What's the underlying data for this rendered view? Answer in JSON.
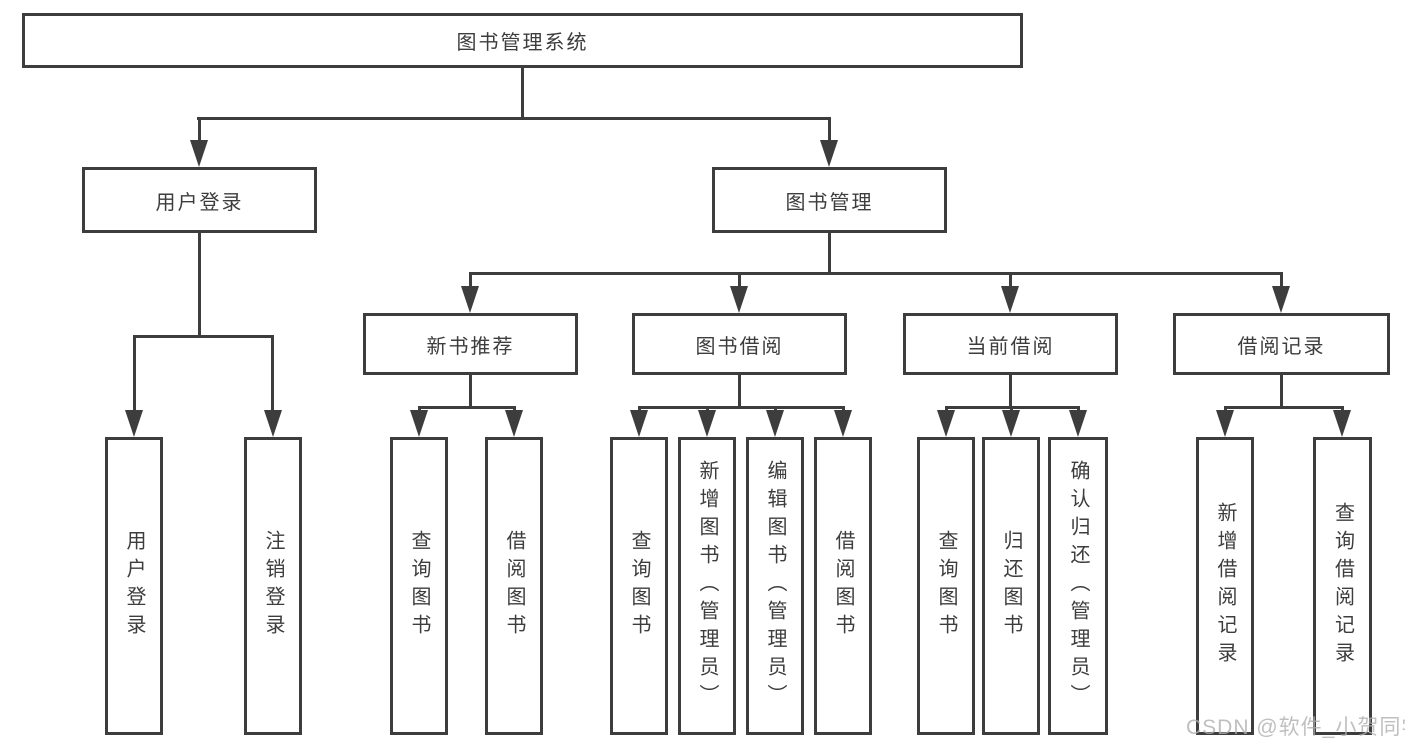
{
  "colors": {
    "ink": "#3d3d3d",
    "watermark": "#b0b0b0",
    "background": "#ffffff"
  },
  "watermark": {
    "text": "CSDN @软件_小贺同学"
  },
  "tree": {
    "root": {
      "label": "图书管理系统"
    },
    "children": [
      {
        "label": "用户登录",
        "children": [
          {
            "label": "用户登录"
          },
          {
            "label": "注销登录"
          }
        ]
      },
      {
        "label": "图书管理",
        "children": [
          {
            "label": "新书推荐",
            "children": [
              {
                "label": "查询图书"
              },
              {
                "label": "借阅图书"
              }
            ]
          },
          {
            "label": "图书借阅",
            "children": [
              {
                "label": "查询图书"
              },
              {
                "label": "新增图书（管理员）"
              },
              {
                "label": "编辑图书（管理员）"
              },
              {
                "label": "借阅图书"
              }
            ]
          },
          {
            "label": "当前借阅",
            "children": [
              {
                "label": "查询图书"
              },
              {
                "label": "归还图书"
              },
              {
                "label": "确认归还（管理员）"
              }
            ]
          },
          {
            "label": "借阅记录",
            "children": [
              {
                "label": "新增借阅记录"
              },
              {
                "label": "查询借阅记录"
              }
            ]
          }
        ]
      }
    ]
  }
}
